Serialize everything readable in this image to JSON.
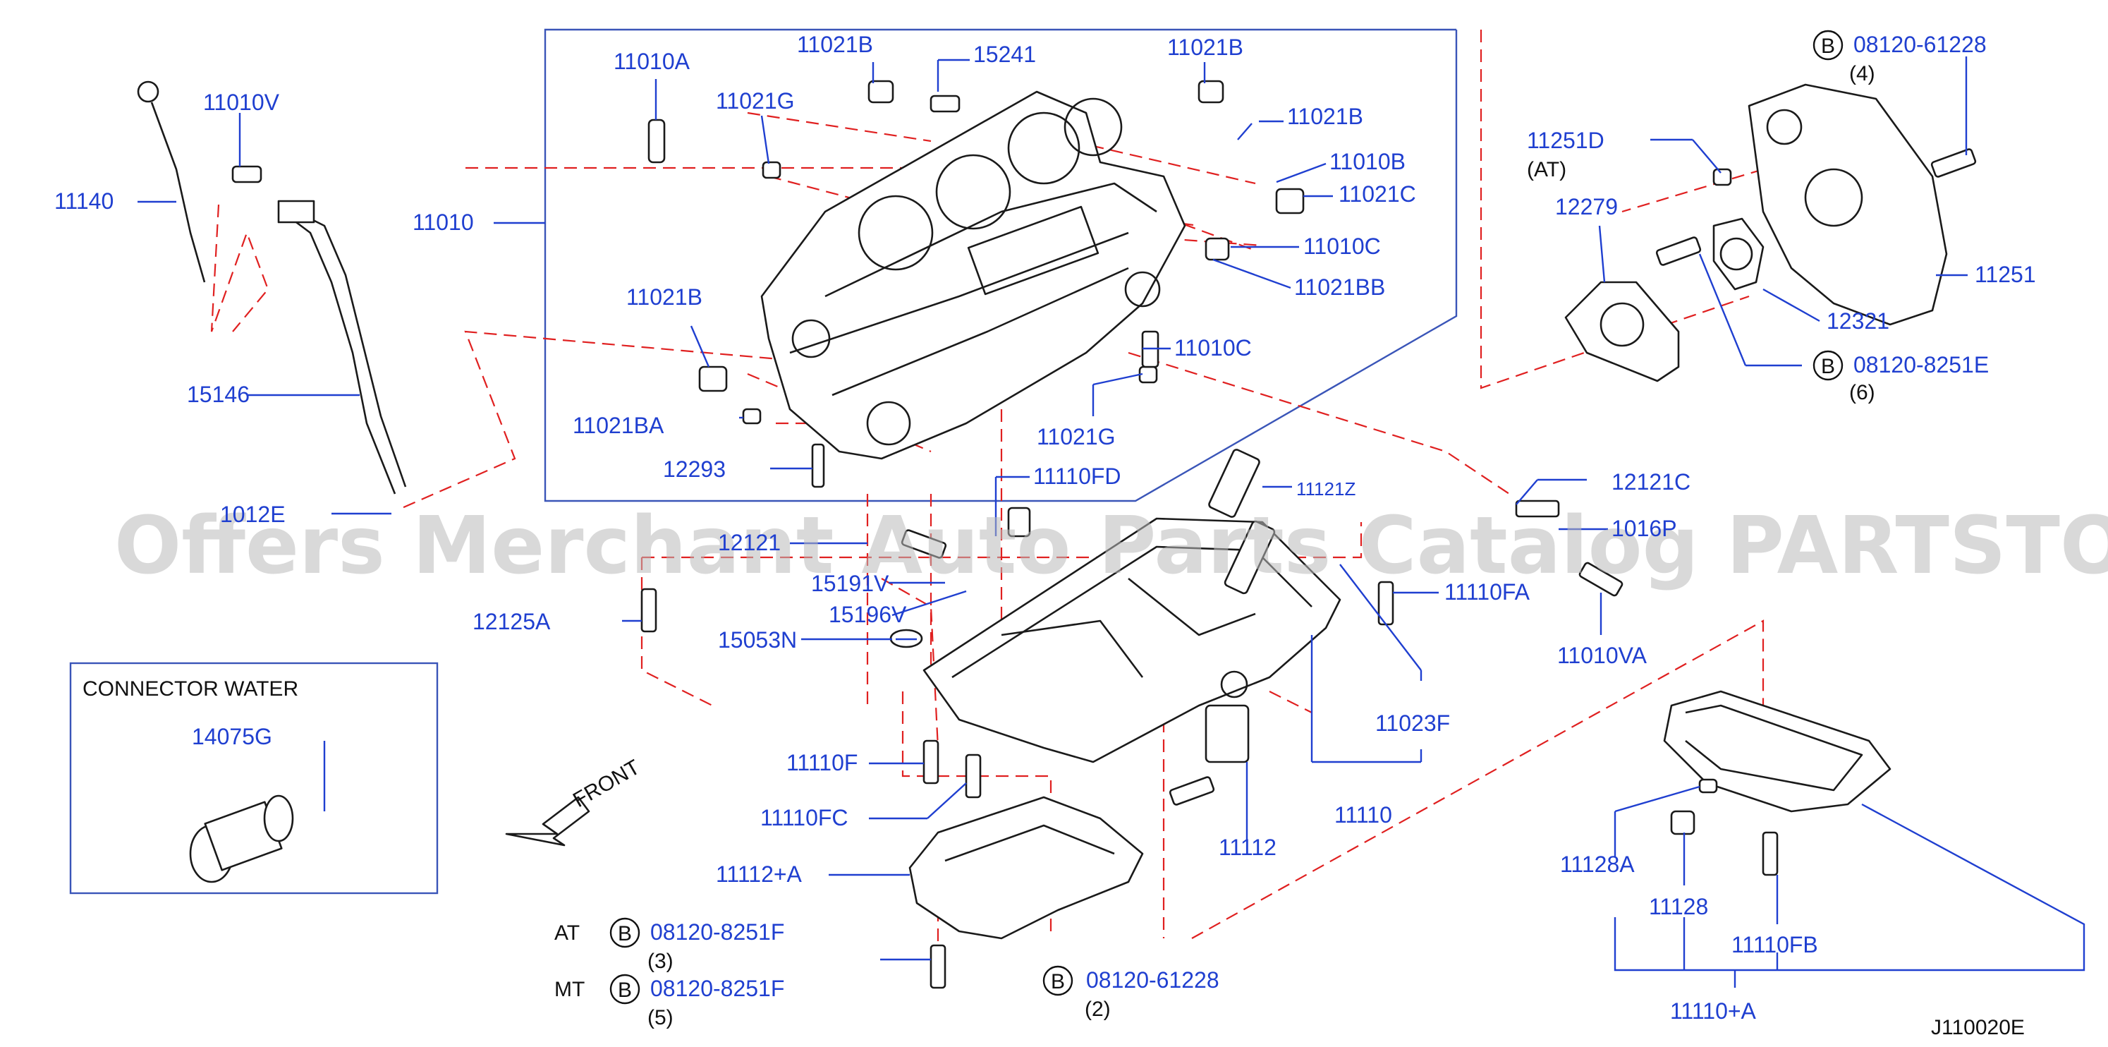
{
  "diagram_code": "J110020E",
  "watermark": "Offers Merchant Auto Parts Catalog PARTSTORE.SA",
  "accent_color": "#1f3fd0",
  "guide_color": "#e02020",
  "connector_box": {
    "title": "CONNECTOR  WATER",
    "part": "14075G"
  },
  "front_label": "FRONT",
  "bolt_symbol": "B",
  "parts": {
    "p11010A": "11010A",
    "p11021B_a": "11021B",
    "p15241": "15241",
    "p11021B_b": "11021B",
    "p11010V": "11010V",
    "p11021G_a": "11021G",
    "p11021B_c": "11021B",
    "p11140": "11140",
    "p11010B": "11010B",
    "p11021C": "11021C",
    "p11010": "11010",
    "p11010C_a": "11010C",
    "p11021BB": "11021BB",
    "p11021B_d": "11021B",
    "p11010C_b": "11010C",
    "p15146": "15146",
    "p11021BA": "11021BA",
    "p11021G_b": "11021G",
    "p12293": "12293",
    "p1012E": "1012E",
    "p11110FD": "11110FD",
    "p11121Z": "11121Z",
    "p12121": "12121",
    "p15191V": "15191V",
    "p15196V": "15196V",
    "p12125A": "12125A",
    "p15053N": "15053N",
    "p11110FA": "11110FA",
    "p12121C": "12121C",
    "p1016P": "1016P",
    "p11010VA": "11010VA",
    "p11023F": "11023F",
    "p11110F": "11110F",
    "p11110FC": "11110FC",
    "p11112A": "11112+A",
    "p11112": "11112",
    "p11110": "11110",
    "p08120_8251F_at": "08120-8251F",
    "q3": "(3)",
    "p08120_8251F_mt": "08120-8251F",
    "q5": "(5)",
    "p08120_61228_bot": "08120-61228",
    "q2": "(2)",
    "p11128A": "11128A",
    "p11128": "11128",
    "p11110FB": "11110FB",
    "p11110A": "11110+A",
    "p08120_61228_top": "08120-61228",
    "q4": "(4)",
    "p11251D": "11251D",
    "at_note": "(AT)",
    "p12279": "12279",
    "p11251": "11251",
    "p12321": "12321",
    "p08120_8251E": "08120-8251E",
    "q6": "(6)"
  },
  "labels": {
    "at": "AT",
    "mt": "MT"
  }
}
